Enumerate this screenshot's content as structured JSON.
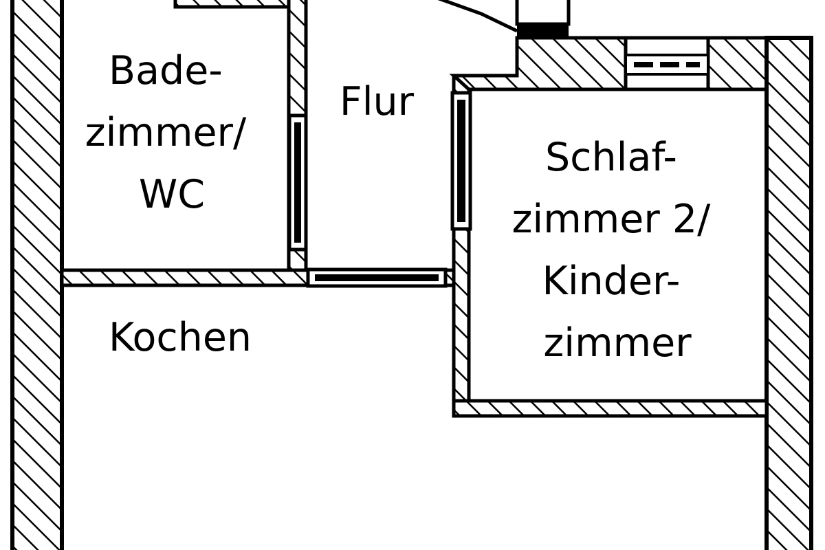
{
  "floor_plan": {
    "rooms": [
      {
        "id": "bathroom",
        "label_lines": [
          "Bade-",
          "zimmer/",
          "WC"
        ]
      },
      {
        "id": "hallway",
        "label_lines": [
          "Flur"
        ]
      },
      {
        "id": "bedroom",
        "label_lines": [
          "Schlaf-",
          "zimmer 2/",
          "Kinder-",
          "zimmer"
        ]
      },
      {
        "id": "kitchen",
        "label_lines": [
          "Kochen"
        ]
      }
    ]
  },
  "colors": {
    "wall_outline": "#000000",
    "wall_hatch": "#000000",
    "background": "#ffffff"
  }
}
